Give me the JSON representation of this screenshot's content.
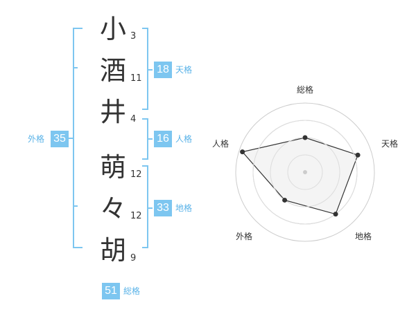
{
  "colors": {
    "accent": "#7dc6f0",
    "accent_text": "#5ab3e8",
    "text": "#333333",
    "radar_fill": "#f2f2f2",
    "radar_grid": "#cccccc"
  },
  "characters": [
    {
      "char": "小",
      "strokes": "3"
    },
    {
      "char": "酒",
      "strokes": "11"
    },
    {
      "char": "井",
      "strokes": "4"
    },
    {
      "char": "萌",
      "strokes": "12"
    },
    {
      "char": "々",
      "strokes": "12"
    },
    {
      "char": "胡",
      "strokes": "9"
    }
  ],
  "fortunes": {
    "tenkaku": {
      "value": "18",
      "label": "天格"
    },
    "jinkaku": {
      "value": "16",
      "label": "人格"
    },
    "chikaku": {
      "value": "33",
      "label": "地格"
    },
    "gaikaku": {
      "value": "35",
      "label": "外格"
    },
    "soukaku": {
      "value": "51",
      "label": "総格"
    }
  },
  "chart_data": {
    "type": "radar",
    "axes": [
      "総格",
      "天格",
      "地格",
      "外格",
      "人格"
    ],
    "values": [
      0.5,
      0.8,
      0.75,
      0.5,
      0.95
    ],
    "scale_max": 1,
    "rings": 4
  }
}
